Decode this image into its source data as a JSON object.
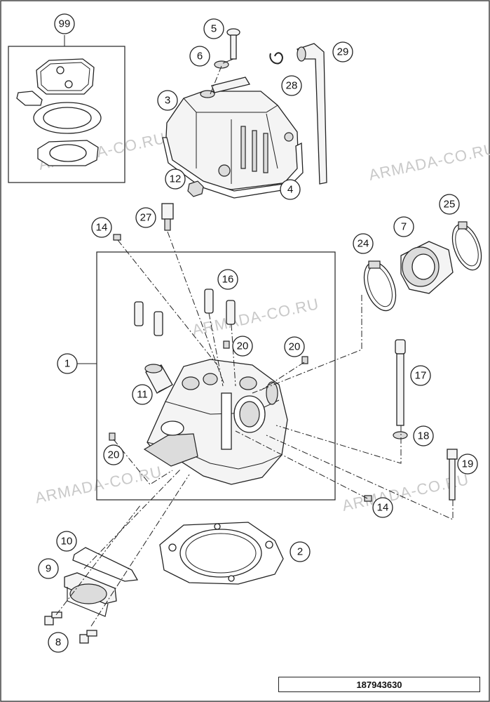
{
  "diagram": {
    "document_number": "187943630",
    "watermark": "ARMADA-CO.RU",
    "callouts": [
      "99",
      "5",
      "6",
      "29",
      "3",
      "28",
      "12",
      "4",
      "27",
      "14",
      "25",
      "7",
      "24",
      "16",
      "20",
      "20",
      "1",
      "17",
      "11",
      "20",
      "18",
      "19",
      "14",
      "10",
      "2",
      "9",
      "8"
    ]
  }
}
